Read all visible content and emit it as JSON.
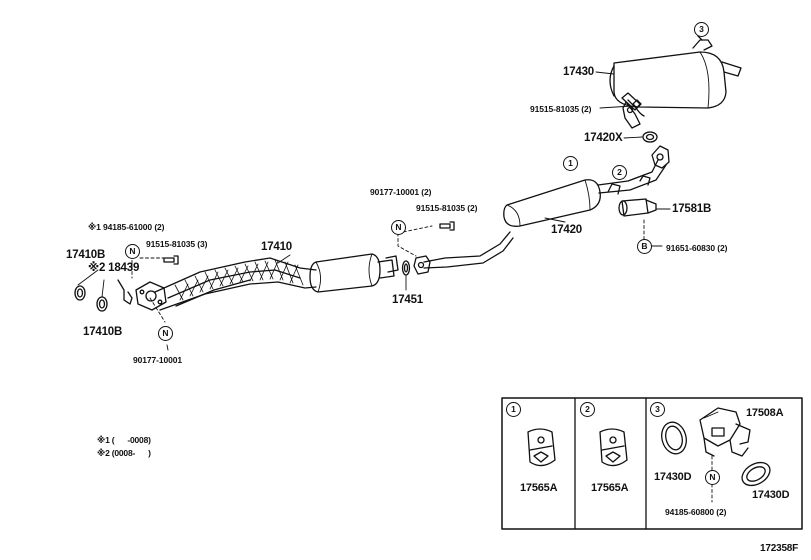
{
  "diagram_id": "172358F",
  "callouts": {
    "c1": "1",
    "c2": "2",
    "c3": "3",
    "n_a": "N",
    "n_b": "N",
    "n_c": "N",
    "n_d": "N",
    "b": "B"
  },
  "labels": {
    "p17430": "17430",
    "p91515_top": "91515-81035 (2)",
    "p17420x": "17420X",
    "p17581b": "17581B",
    "p91651": "91651-60830 (2)",
    "p17420": "17420",
    "p90177_top": "90177-10001 (2)",
    "p91515_mid": "91515-81035 (2)",
    "p94185_left": "※1 94185-61000 (2)",
    "p91515_left": "91515-81035 (3)",
    "p17410": "17410",
    "p17410b_a": "17410B",
    "p18439": "※2 18439",
    "p17410b_b": "17410B",
    "p90177_bottom": "90177-10001",
    "p17451": "17451"
  },
  "notes": {
    "note1": "※1 (      -0008)",
    "note2": "※2 (0008-      )"
  },
  "inset": {
    "box1_num": "1",
    "box1_part": "17565A",
    "box2_num": "2",
    "box2_part": "17565A",
    "box3_num": "3",
    "p17508a": "17508A",
    "p17430d_a": "17430D",
    "p17430d_b": "17430D",
    "p94185_inset": "94185-60800 (2)"
  }
}
